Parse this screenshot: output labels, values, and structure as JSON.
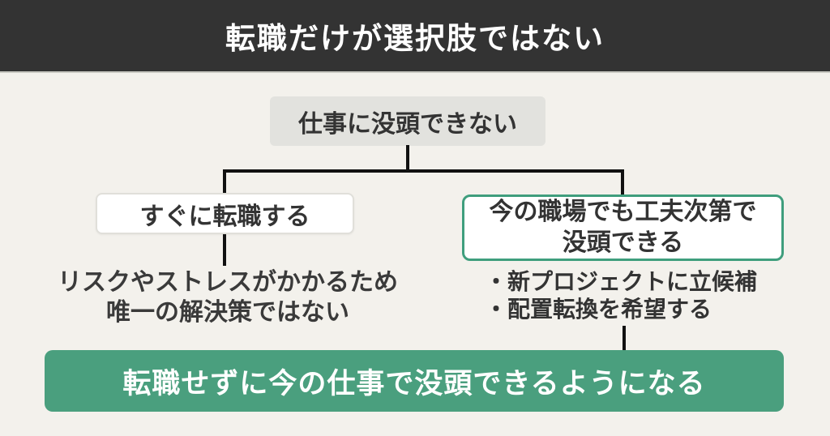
{
  "banner": {
    "title": "転職だけが選択肢ではない"
  },
  "diagram": {
    "root": {
      "label": "仕事に没頭できない"
    },
    "left_branch": {
      "label": "すぐに転職する",
      "note_line1": "リスクやストレスがかかるため",
      "note_line2": "唯一の解決策ではない"
    },
    "right_branch": {
      "label_line1": "今の職場でも工夫次第で",
      "label_line2": "没頭できる",
      "bullets": [
        "・新プロジェクトに立候補",
        "・配置転換を希望する"
      ]
    },
    "conclusion": {
      "label": "転職せずに今の仕事で没頭できるようになる"
    }
  },
  "colors": {
    "background": "#f3f1ec",
    "banner_background": "#333333",
    "banner_text": "#ffffff",
    "root_box_fill": "#e2e2de",
    "accent_green_border": "#3f9e7d",
    "conclusion_fill": "#4a9f7e",
    "connector_line": "#111111",
    "text_dark": "#333333"
  }
}
